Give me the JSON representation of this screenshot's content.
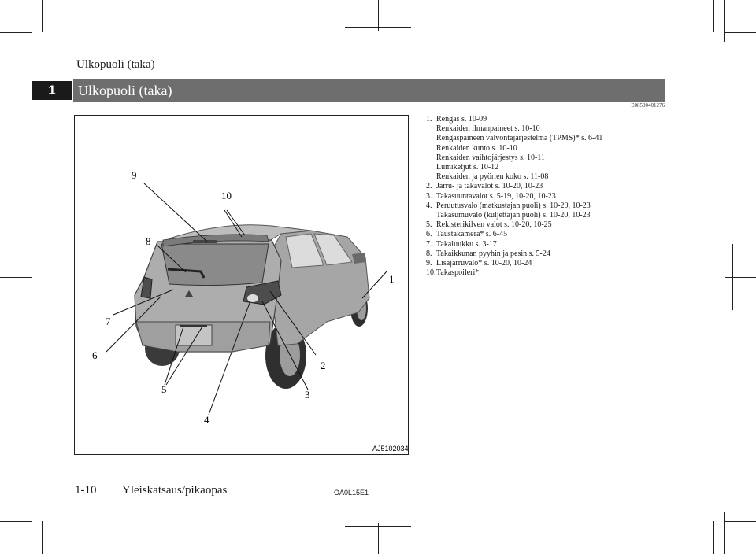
{
  "header": {
    "running_title": "Ulkopuoli (taka)",
    "chapter_number": "1",
    "section_title": "Ulkopuoli (taka)",
    "reference_code": "E08500401276"
  },
  "figure": {
    "callouts": [
      "9",
      "10",
      "8",
      "1",
      "7",
      "6",
      "2",
      "5",
      "3",
      "4"
    ],
    "figure_id": "AJ5102034"
  },
  "legend": [
    {
      "num": "1.",
      "lines": [
        "Rengas s. 10-09",
        "Renkaiden ilmanpaineet s. 10-10",
        "Rengaspaineen valvontajärjestelmä (TPMS)* s. 6-41",
        "Renkaiden kunto s. 10-10",
        "Renkaiden vaihtojärjestys s. 10-11",
        "Lumiketjut s. 10-12",
        "Renkaiden ja pyörien koko s. 11-08"
      ]
    },
    {
      "num": "2.",
      "lines": [
        "Jarru- ja takavalot s. 10-20, 10-23"
      ]
    },
    {
      "num": "3.",
      "lines": [
        "Takasuuntavalot s. 5-19, 10-20, 10-23"
      ]
    },
    {
      "num": "4.",
      "lines": [
        "Peruutusvalo (matkustajan puoli) s. 10-20, 10-23",
        "Takasumuvalo (kuljettajan puoli) s. 10-20, 10-23"
      ]
    },
    {
      "num": "5.",
      "lines": [
        "Rekisterikilven valot s. 10-20, 10-25"
      ]
    },
    {
      "num": "6.",
      "lines": [
        "Taustakamera* s. 6-45"
      ]
    },
    {
      "num": "7.",
      "lines": [
        "Takaluukku s. 3-17"
      ]
    },
    {
      "num": "8.",
      "lines": [
        "Takaikkunan pyyhin ja pesin s. 5-24"
      ]
    },
    {
      "num": "9.",
      "lines": [
        "Lisäjarruvalo* s. 10-20, 10-24"
      ]
    },
    {
      "num": "10.",
      "lines": [
        "Takaspoileri*"
      ]
    }
  ],
  "footer": {
    "page_number": "1-10",
    "section_name": "Yleiskatsaus/pikaopas",
    "doc_code": "OA0L15E1"
  }
}
